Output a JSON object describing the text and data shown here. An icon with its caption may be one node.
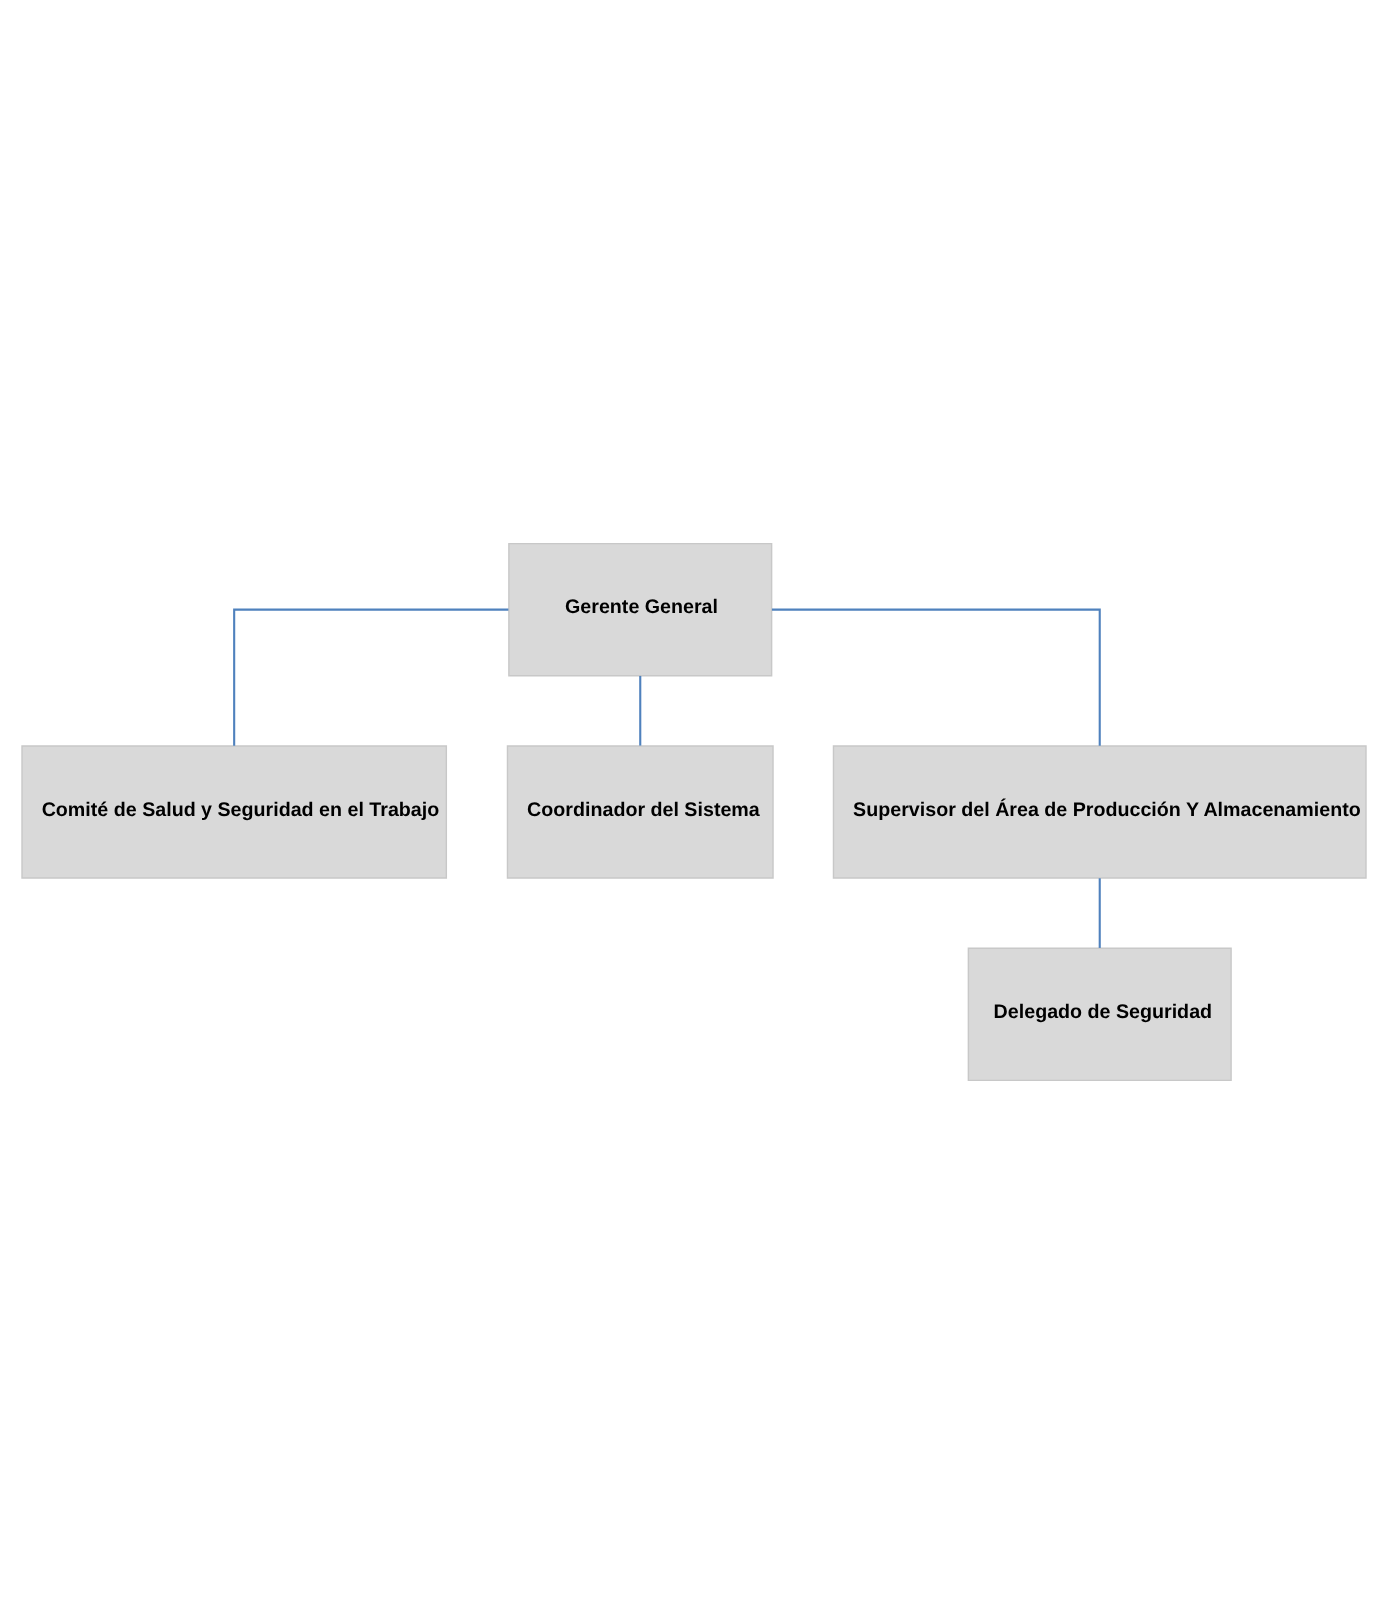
{
  "diagram": {
    "nodes": [
      {
        "text": [
          "Gerente General"
        ]
      },
      {
        "text": [
          "Comité de Salud y Seguridad en el Trabajo"
        ]
      },
      {
        "text": [
          "Coordinador del Sistema"
        ]
      },
      {
        "text": [
          "Supervisor del Área de Producción Y Almacenamiento"
        ]
      },
      {
        "text": [
          "Delegado de Seguridad"
        ]
      }
    ],
    "edges": [
      {
        "from": 0,
        "to": 1,
        "arrow": "none"
      },
      {
        "from": 0,
        "to": 2,
        "arrow": "none"
      },
      {
        "from": 0,
        "to": 3,
        "arrow": "none"
      },
      {
        "from": 3,
        "to": 4,
        "arrow": "none"
      }
    ]
  }
}
